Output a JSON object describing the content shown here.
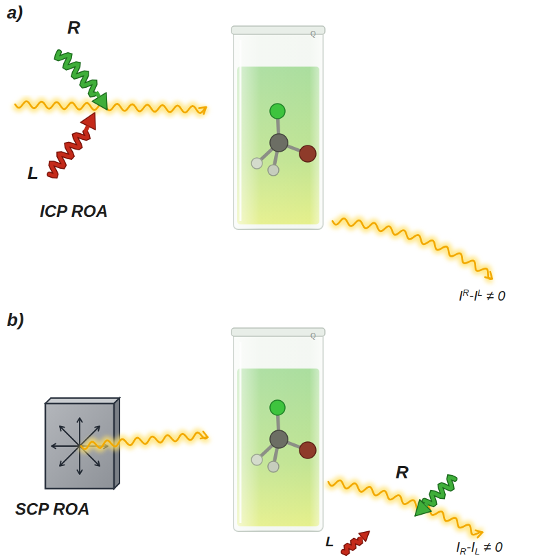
{
  "diagram": {
    "labels": [
      "a)",
      "R",
      "L",
      "Q",
      "ICP ROA",
      "IR-IL ≠ 0",
      "b)",
      "Q",
      "SCP ROA",
      "R",
      "L",
      "IR-IL ≠ 0"
    ]
  }
}
